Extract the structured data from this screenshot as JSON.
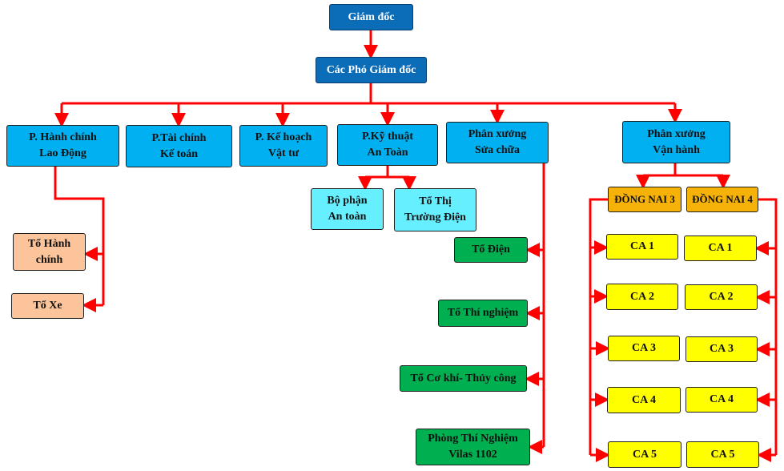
{
  "nodes": {
    "giam_doc": "Giám đốc",
    "pho_giam_doc": "Các Phó Giám đốc",
    "p_hanh_chinh": "P. Hành chính\nLao Động",
    "p_tai_chinh": "P.Tài chính\nKế toán",
    "p_ke_hoach": "P. Kế hoạch\nVật tư",
    "p_ky_thuat": "P.Kỹ thuật\nAn Toàn",
    "px_sua_chua": "Phân xưởng\nSửa chữa",
    "px_van_hanh": "Phân xưởng\nVận hành",
    "to_hanh_chinh": "Tổ Hành\nchính",
    "to_xe": "Tổ Xe",
    "bo_phan_an_toan": "Bộ phận\nAn toàn",
    "to_thi_truong_dien": "Tổ Thị\nTrường Điện",
    "to_dien": "Tổ Điện",
    "to_thi_nghiem": "Tổ Thí nghiệm",
    "to_co_khi": "Tổ Cơ khí- Thủy công",
    "phong_thi_nghiem": "Phòng Thí Nghiệm\nVilas 1102",
    "dong_nai_3": "ĐỒNG NAI 3",
    "dong_nai_4": "ĐỒNG NAI 4",
    "dn3_ca": [
      "CA 1",
      "CA 2",
      "CA 3",
      "CA 4",
      "CA 5"
    ],
    "dn4_ca": [
      "CA 1",
      "CA 2",
      "CA 3",
      "CA 4",
      "CA 5"
    ]
  },
  "colors": {
    "connector": "#ff0000",
    "top": "#0b6cb8",
    "department": "#00b0f0",
    "safety_unit": "#66f0ff",
    "admin_unit": "#fcc49a",
    "repair_unit": "#00b050",
    "plant": "#f7b20a",
    "shift": "#ffff00"
  }
}
